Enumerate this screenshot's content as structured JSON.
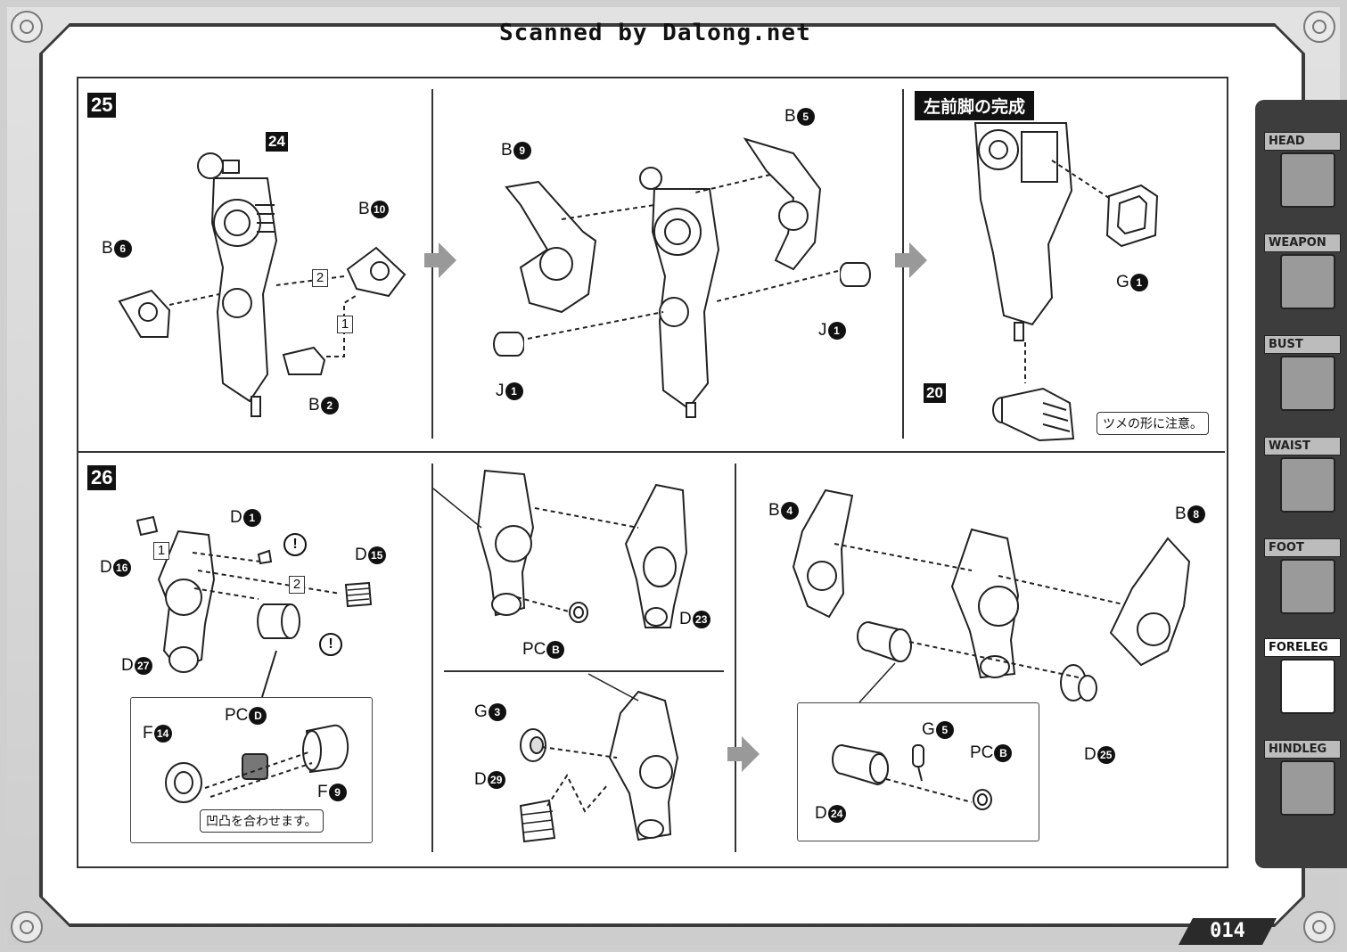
{
  "watermark": "Scanned by Dalong.net",
  "page_number": "014",
  "steps": {
    "step25": {
      "number": "25",
      "panel1": {
        "ref": "24",
        "parts": {
          "b6": {
            "letter": "B",
            "num": "6"
          },
          "b10": {
            "letter": "B",
            "num": "10"
          },
          "b2": {
            "letter": "B",
            "num": "2"
          }
        },
        "order": [
          "1",
          "2"
        ]
      },
      "panel2": {
        "parts": {
          "b9": {
            "letter": "B",
            "num": "9"
          },
          "b5": {
            "letter": "B",
            "num": "5"
          },
          "j1a": {
            "letter": "J",
            "num": "1"
          },
          "j1b": {
            "letter": "J",
            "num": "1"
          }
        }
      },
      "panel3": {
        "title": "左前脚の完成",
        "ref": "20",
        "parts": {
          "g1": {
            "letter": "G",
            "num": "1"
          }
        },
        "note": "ツメの形に注意。"
      }
    },
    "step26": {
      "number": "26",
      "panel1": {
        "parts": {
          "d1": {
            "letter": "D",
            "num": "1"
          },
          "d16": {
            "letter": "D",
            "num": "16"
          },
          "d15": {
            "letter": "D",
            "num": "15"
          },
          "d27": {
            "letter": "D",
            "num": "27"
          },
          "pcd": {
            "letter": "PC",
            "num": "D"
          },
          "f14": {
            "letter": "F",
            "num": "14"
          },
          "f9": {
            "letter": "F",
            "num": "9"
          }
        },
        "order": [
          "1",
          "2"
        ],
        "excl": "!",
        "note": "凹凸を合わせます。"
      },
      "panel2": {
        "parts": {
          "d23": {
            "letter": "D",
            "num": "23"
          },
          "pcb": {
            "letter": "PC",
            "num": "B"
          },
          "g3": {
            "letter": "G",
            "num": "3"
          },
          "d29": {
            "letter": "D",
            "num": "29"
          }
        }
      },
      "panel3": {
        "parts": {
          "b4": {
            "letter": "B",
            "num": "4"
          },
          "b8": {
            "letter": "B",
            "num": "8"
          },
          "g5": {
            "letter": "G",
            "num": "5"
          },
          "pcb": {
            "letter": "PC",
            "num": "B"
          },
          "d24": {
            "letter": "D",
            "num": "24"
          },
          "d25": {
            "letter": "D",
            "num": "25"
          }
        }
      }
    }
  },
  "tabs": [
    {
      "label": "HEAD",
      "icon": "head-icon",
      "active": false
    },
    {
      "label": "WEAPON",
      "icon": "weapon-icon",
      "active": false
    },
    {
      "label": "BUST",
      "icon": "bust-icon",
      "active": false
    },
    {
      "label": "WAIST",
      "icon": "waist-icon",
      "active": false
    },
    {
      "label": "FOOT",
      "icon": "foot-icon",
      "active": false
    },
    {
      "label": "FORELEG",
      "icon": "foreleg-icon",
      "active": true
    },
    {
      "label": "HINDLEG",
      "icon": "hindleg-icon",
      "active": false
    }
  ]
}
